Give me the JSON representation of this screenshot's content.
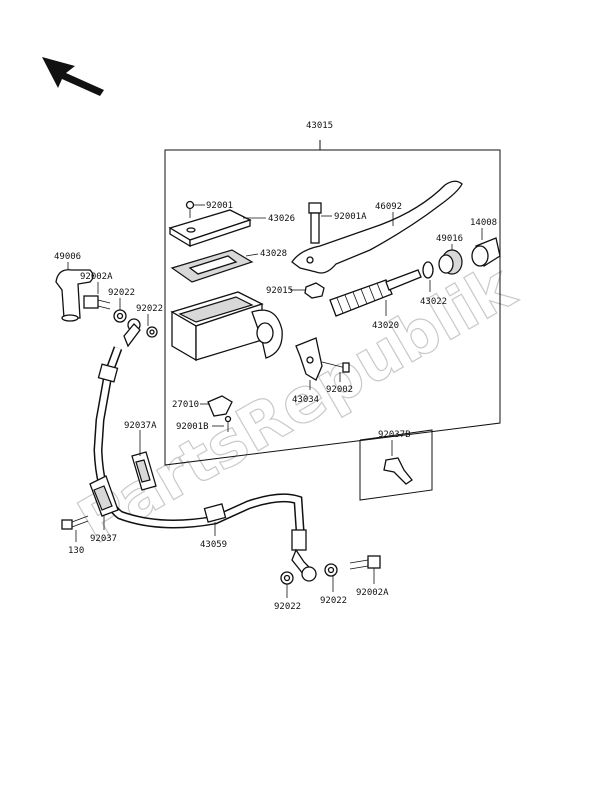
{
  "watermark": "PartsRepublik",
  "labels": {
    "p43015": "43015",
    "p92001": "92001",
    "p43026": "43026",
    "p43028": "43028",
    "p92001A": "92001A",
    "p46092": "46092",
    "p14008": "14008",
    "p49016": "49016",
    "p49006": "49006",
    "p92002A_top": "92002A",
    "p92022_a": "92022",
    "p92022_b": "92022",
    "p92015": "92015",
    "p43022": "43022",
    "p43020": "43020",
    "p27010": "27010",
    "p43034": "43034",
    "p92002": "92002",
    "p92001B": "92001B",
    "p92037A": "92037A",
    "p92037B": "92037B",
    "p130": "130",
    "p92037": "92037",
    "p43059": "43059",
    "p92022_c": "92022",
    "p92022_d": "92022",
    "p92002A_bot": "92002A"
  }
}
